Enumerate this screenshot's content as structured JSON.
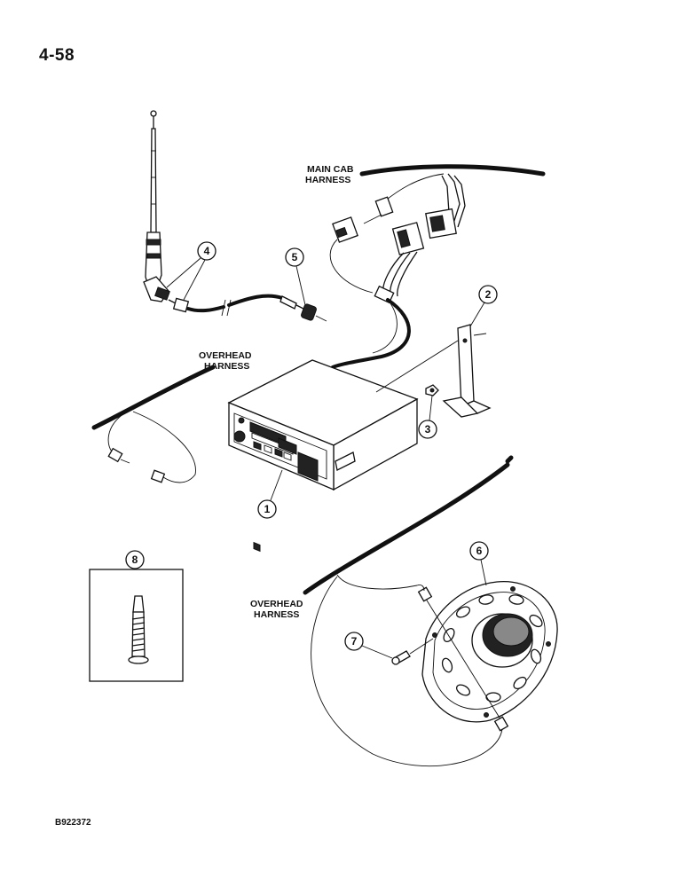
{
  "page": {
    "number": "4-58",
    "reference_code": "B922372"
  },
  "labels": {
    "main_cab_harness_l1": "MAIN CAB",
    "main_cab_harness_l2": "HARNESS",
    "overhead_harness_top_l1": "OVERHEAD",
    "overhead_harness_top_l2": "HARNESS",
    "overhead_harness_bottom_l1": "OVERHEAD",
    "overhead_harness_bottom_l2": "HARNESS"
  },
  "callouts": {
    "c1": "1",
    "c2": "2",
    "c3": "3",
    "c4": "4",
    "c5": "5",
    "c6": "6",
    "c7": "7",
    "c8": "8"
  }
}
